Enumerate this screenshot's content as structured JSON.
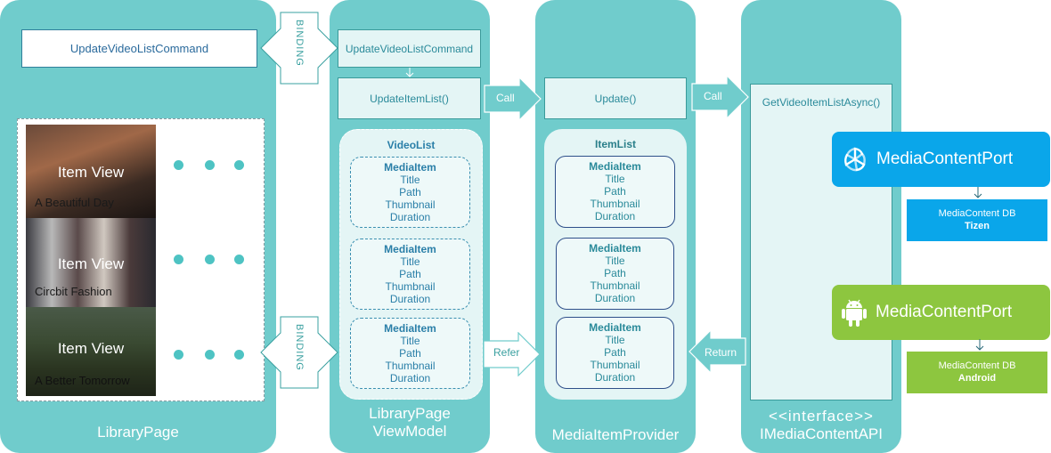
{
  "panels": {
    "library_page": "LibraryPage",
    "viewmodel": [
      "LibraryPage",
      "ViewModel"
    ],
    "provider": "MediaItemProvider",
    "api": [
      "<<interface>>",
      "IMediaContentAPI"
    ]
  },
  "boxes": {
    "lp_command": "UpdateVideoListCommand",
    "vm_command": "UpdateVideoListCommand",
    "vm_update_item_list": "UpdateItemList()",
    "provider_update": "Update()",
    "api_method": "GetVideoItemListAsync()"
  },
  "arrows": {
    "binding_top": "BINDING",
    "binding_bottom": "BINDING",
    "call_1": "Call",
    "call_2": "Call",
    "refer": "Refer",
    "return": "Return"
  },
  "thumbnails": [
    {
      "label": "Item View",
      "caption": "A Beautiful Day"
    },
    {
      "label": "Item View",
      "caption": "Circbit Fashion"
    },
    {
      "label": "Item View",
      "caption": "A Better Tomorrow"
    }
  ],
  "video_list": {
    "title": "VideoList",
    "items": [
      {
        "name": "MediaItem",
        "fields": [
          "Title",
          "Path",
          "Thumbnail",
          "Duration"
        ]
      },
      {
        "name": "MediaItem",
        "fields": [
          "Title",
          "Path",
          "Thumbnail",
          "Duration"
        ]
      },
      {
        "name": "MediaItem",
        "fields": [
          "Title",
          "Path",
          "Thumbnail",
          "Duration"
        ]
      }
    ]
  },
  "item_list": {
    "title": "ItemList",
    "items": [
      {
        "name": "MediaItem",
        "fields": [
          "Title",
          "Path",
          "Thumbnail",
          "Duration"
        ]
      },
      {
        "name": "MediaItem",
        "fields": [
          "Title",
          "Path",
          "Thumbnail",
          "Duration"
        ]
      },
      {
        "name": "MediaItem",
        "fields": [
          "Title",
          "Path",
          "Thumbnail",
          "Duration"
        ]
      }
    ]
  },
  "tizen": {
    "port": "MediaContentPort",
    "db": "MediaContent  DB",
    "platform": "Tizen"
  },
  "android": {
    "port": "MediaContentPort",
    "db": "MediaContent  DB",
    "platform": "Android"
  },
  "colors": {
    "panel": "#70cccc",
    "tizen": "#0aa6ea",
    "android": "#8dc63f",
    "item_border_vm": "#3a8fb0",
    "item_border_provider": "#2e4f8a"
  }
}
